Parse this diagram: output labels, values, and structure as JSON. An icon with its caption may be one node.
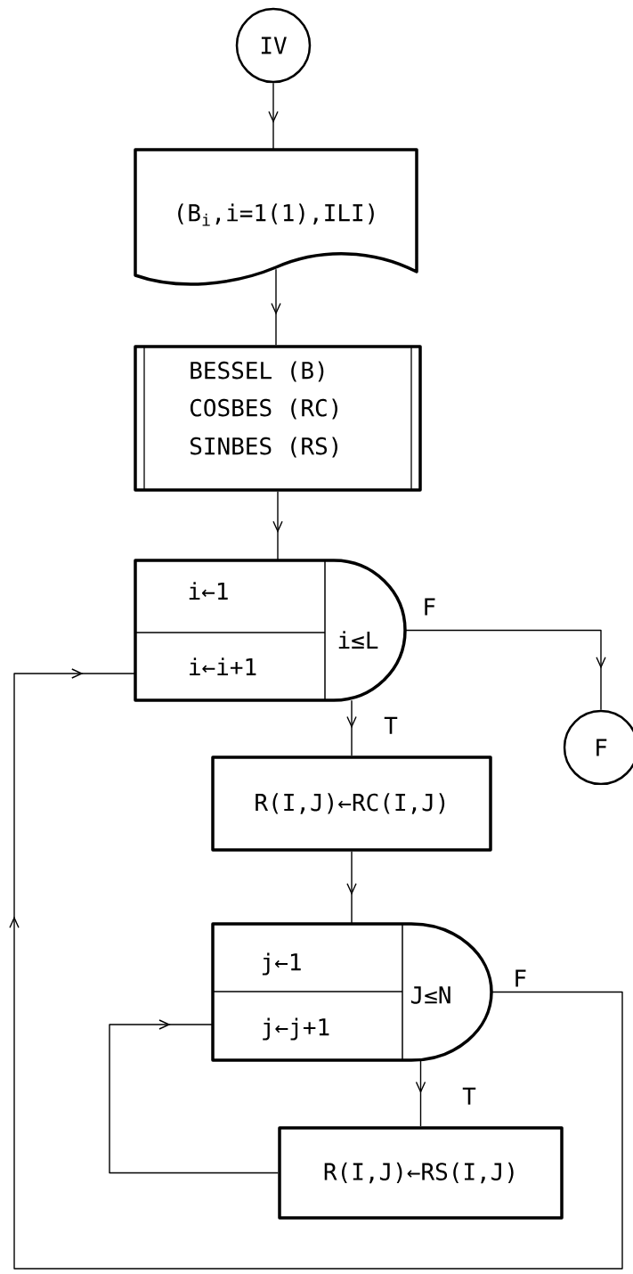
{
  "diagram": {
    "nodes": [
      {
        "text": [
          "IV"
        ]
      },
      {
        "text": [
          "(B$_{i}$,i=1(1),ILI)"
        ]
      },
      {
        "text": [
          "BESSEL (B)",
          "COSBES (RC)",
          "SINBES (RS)"
        ]
      },
      {
        "text": [
          "i←1",
          "i←i+1",
          "i≤L"
        ]
      },
      {
        "text": [
          "F"
        ]
      },
      {
        "text": [
          "R(I,J)←RC(I,J)"
        ]
      },
      {
        "text": [
          "j←1",
          "j←j+1",
          "J≤N"
        ]
      },
      {
        "text": [
          "R(I,J)←RS(I,J)"
        ]
      }
    ],
    "edges": [
      {
        "from": 0,
        "to": 1,
        "arrow": "to"
      },
      {
        "from": 1,
        "to": 2,
        "arrow": "to"
      },
      {
        "from": 2,
        "to": 3,
        "arrow": "to"
      },
      {
        "from": 3,
        "to": 4,
        "arrow": "to",
        "label": "F"
      },
      {
        "from": 3,
        "to": 5,
        "arrow": "to",
        "label": "T"
      },
      {
        "from": 5,
        "to": 6,
        "arrow": "to"
      },
      {
        "from": 6,
        "to": 7,
        "arrow": "to",
        "label": "T"
      },
      {
        "from": 7,
        "to": 6,
        "arrow": "to"
      },
      {
        "from": 6,
        "to": 3,
        "arrow": "to",
        "label": "F"
      }
    ]
  }
}
